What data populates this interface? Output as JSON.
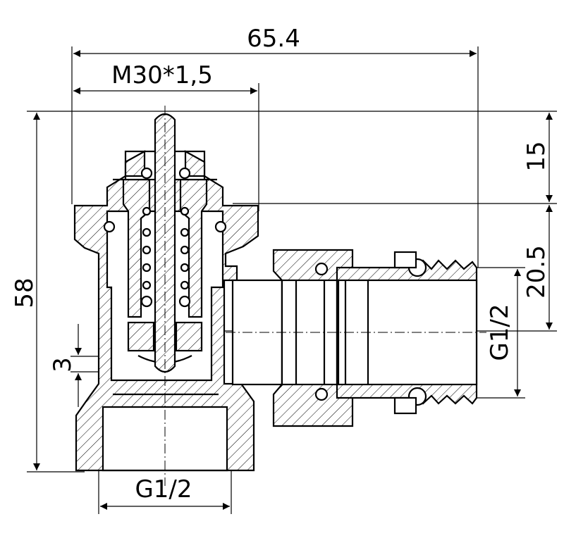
{
  "dimensions": {
    "overall_width": "65.4",
    "thread": "M30*1,5",
    "overall_height": "58",
    "top_offset": "15",
    "side_offset": "20.5",
    "side_thread": "G1/2",
    "bottom_thread": "G1/2",
    "gap": "3"
  }
}
